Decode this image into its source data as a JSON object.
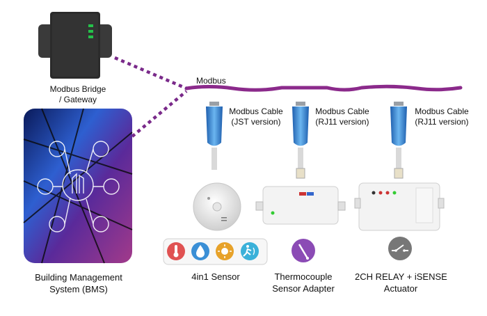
{
  "diagram": {
    "bus_label": "Modbus",
    "gateway_label_line1": "Modbus Bridge",
    "gateway_label_line2": "/ Gateway",
    "bms_label_line1": "Building Management",
    "bms_label_line2": "System (BMS)",
    "cables": [
      {
        "line1": "Modbus Cable",
        "line2": "(JST version)"
      },
      {
        "line1": "Modbus Cable",
        "line2": "(RJ11 version)"
      },
      {
        "line1": "Modbus Cable",
        "line2": "(RJ11 version)"
      }
    ],
    "devices": [
      {
        "line1": "4in1 Sensor",
        "line2": ""
      },
      {
        "line1": "Thermocouple",
        "line2": "Sensor Adapter"
      },
      {
        "line1": "2CH RELAY + iSENSE",
        "line2": "Actuator"
      }
    ],
    "sensor_icons": [
      "thermometer-icon",
      "humidity-icon",
      "light-icon",
      "motion-icon"
    ],
    "colors": {
      "bus": "#8b2a8b",
      "cable": "#3f8fd6",
      "gateway": "#2b2b2b",
      "gateway_leds": "#25c24a",
      "icon_red": "#e05252",
      "icon_blue": "#3a8fd6",
      "icon_orange": "#e7a22a",
      "icon_cyan": "#3bb1d9",
      "icon_purple": "#8b4bb5",
      "icon_gray": "#777777"
    }
  }
}
